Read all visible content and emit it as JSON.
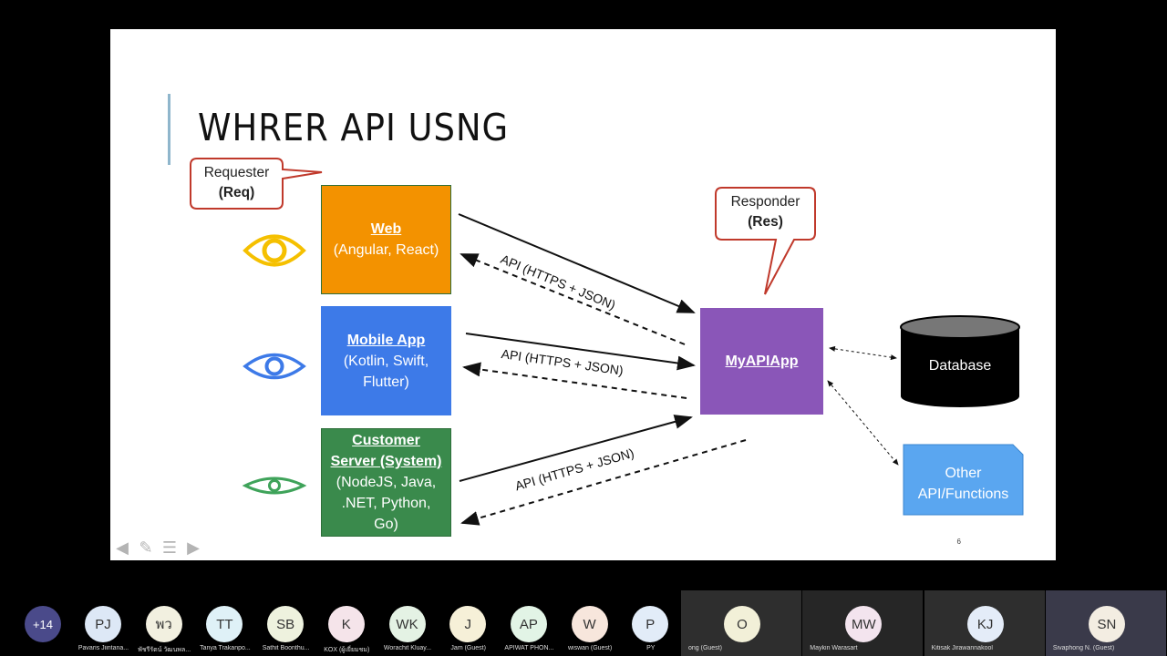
{
  "slide": {
    "title": "WHRER API USNG",
    "page_number": "6",
    "requester_callout": {
      "line1": "Requester",
      "line2": "(Req)"
    },
    "responder_callout": {
      "line1": "Responder",
      "line2": "(Res)"
    },
    "boxes": {
      "web": {
        "title": "Web",
        "sub": "(Angular, React)",
        "color": "#f39200"
      },
      "mobile": {
        "title": "Mobile App",
        "sub1": "(Kotlin, Swift,",
        "sub2": "Flutter)",
        "color": "#3d7ae8"
      },
      "server": {
        "title1": "Customer",
        "title2": "Server (System)",
        "sub1": "(NodeJS, Java,",
        "sub2": ".NET, Python,",
        "sub3": "Go)",
        "color": "#3a8a4c"
      },
      "myapi": {
        "title": "MyAPIApp",
        "color": "#8a56b8"
      }
    },
    "api_labels": [
      "API (HTTPS + JSON)",
      "API (HTTPS + JSON)",
      "API (HTTPS + JSON)"
    ],
    "database_label": "Database",
    "other_label": {
      "line1": "Other",
      "line2": "API/Functions",
      "color": "#5aa6f0"
    },
    "eye_colors": {
      "web": "#f5c000",
      "mobile": "#3d7ae8",
      "server": "#3fa35a"
    },
    "nav_icons": [
      "arrow-left-icon",
      "pencil-icon",
      "menu-icon",
      "arrow-right-icon"
    ]
  },
  "participants": {
    "more_count": "+14",
    "tiles": [
      {
        "initials": "PJ",
        "name": "Pavaris Jiintana...",
        "color": "#dde8f6"
      },
      {
        "initials": "พว",
        "name": "พัชรีรัตน์ วัฒนพล...",
        "color": "#f2f0e0"
      },
      {
        "initials": "TT",
        "name": "Tanya Trakanpo...",
        "color": "#dff1f7"
      },
      {
        "initials": "SB",
        "name": "Sathit Boonthu...",
        "color": "#eef2de"
      },
      {
        "initials": "K",
        "name": "KOX (ผู้เยี่ยมชม)",
        "color": "#f5e4ea"
      },
      {
        "initials": "WK",
        "name": "Worachit Kluay...",
        "color": "#e4f2e4"
      },
      {
        "initials": "J",
        "name": "Jam (Guest)",
        "color": "#f6f0d8"
      },
      {
        "initials": "AP",
        "name": "APIWAT PHON...",
        "color": "#e2f4e6"
      },
      {
        "initials": "W",
        "name": "wiswan (Guest)",
        "color": "#f7e6dc"
      },
      {
        "initials": "P",
        "name": "PY",
        "color": "#e2ecf8"
      }
    ],
    "big_tiles": [
      {
        "initials": "O",
        "name": "ong (Guest)",
        "color": "#f2f0d8"
      },
      {
        "initials": "MW",
        "name": "Maykin Warasart",
        "color": "#f3e4ee"
      },
      {
        "initials": "KJ",
        "name": "Kitisak Jirawannakool",
        "color": "#e4ecf8"
      },
      {
        "initials": "SN",
        "name": "Sivaphong N. (Guest)",
        "color": "#f3ede2"
      }
    ]
  }
}
